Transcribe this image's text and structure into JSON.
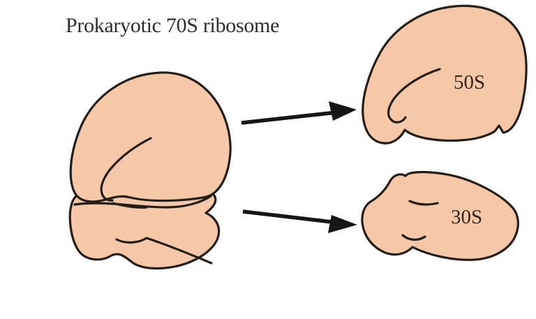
{
  "title": "Prokaryotic 70S ribosome",
  "labels": {
    "large_subunit": "50S",
    "small_subunit": "30S"
  },
  "icons": {
    "upper_arrow": "right-arrow",
    "lower_arrow": "right-arrow"
  },
  "colors": {
    "background": "#ffffff",
    "shape_fill": "#f6c8a7",
    "outline": "#241e19",
    "arrow": "#161616",
    "title_text": "#2d2d2d",
    "label_text": "#33261c"
  }
}
